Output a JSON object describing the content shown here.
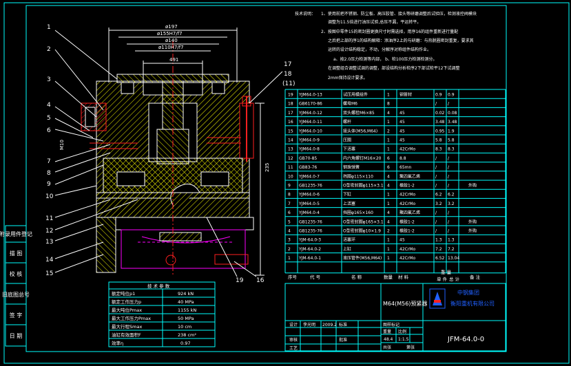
{
  "colors": {
    "background": "#000000",
    "frame": "#00ffff",
    "text": "#ffffff",
    "hatch": "#ffff00",
    "dim": "#ffffff",
    "red": "#ff2020",
    "magenta": "#ff00ff",
    "logo": "#2060ff"
  },
  "notes": {
    "title": "技术说明：",
    "lines": [
      "1、使用前把不锈钢、防尘板、高压胶管、接头等研磨调整后试验压，检测液控阀模块",
      "调整为11.5倍进行油压试验,总压不漏，平运转平。",
      "2、按图中零件15的密封圈更换尺寸时需选择，用序16的组件重新进行量配",
      "之后把上部的序1的结构解释：添油序2上的与研磨：与热脱圈密封重复，要求其",
      "运转的设计结构稳定，不动，分解序对称组件结构作业。",
      "a、按2.0压力检测等内部，   b、检100压力检测检测分。",
      "在调整组合调整试调的调整，部设结构分析检序2下部试检平12下试调整",
      "2mm保持设计要求。"
    ]
  },
  "leaders_left": [
    "1",
    "2",
    "3",
    "4",
    "5",
    "6",
    "7",
    "8",
    "9",
    "10",
    "11",
    "12",
    "13",
    "14",
    "15"
  ],
  "leaders_bottom": [
    "19",
    "16"
  ],
  "leaders_right": [
    "17",
    "18",
    "(11)"
  ],
  "dims": {
    "d1": "ø197",
    "d2": "ø155H7/f7",
    "d3": "ø140",
    "d4": "ø110H7/f7",
    "d5": "491",
    "side": "235",
    "small": "M10"
  },
  "side_labels": [
    "附录用件登记",
    "描 图",
    "校 核",
    "旧底图总号",
    "签 字",
    "日 期"
  ],
  "tech": {
    "title": "技 术 参 数",
    "rows": [
      [
        "额定吨位p1",
        "924 kN"
      ],
      [
        "额定工作压力p",
        "40 MPa"
      ],
      [
        "最大吨位Pmax",
        "1155 kN"
      ],
      [
        "最大工作压力Pmax",
        "50 MPa"
      ],
      [
        "最大行程Smax",
        "10 cm"
      ],
      [
        "油缸有效面积F",
        "238 cm²"
      ],
      [
        "效率η",
        "0.97"
      ]
    ]
  },
  "bom": {
    "rows": [
      [
        "19",
        "YJM64.0-13",
        "试压用模组件",
        "1",
        "钢管材",
        "0.9",
        "0.9",
        ""
      ],
      [
        "18",
        "GB6170-86",
        "螺母M6",
        "8",
        "",
        "/",
        "/",
        ""
      ],
      [
        "17",
        "YJM64.0-12",
        "双头螺栓M6×85",
        "4",
        "45",
        "0.02",
        "0.08",
        ""
      ],
      [
        "16",
        "YJM64.0-11",
        "螺杆",
        "1",
        "45",
        "3.48",
        "3.48",
        ""
      ],
      [
        "15",
        "YJM64.0-10",
        "接头体(M56,M64)",
        "2",
        "45",
        "0.95",
        "1.9",
        ""
      ],
      [
        "14",
        "YJM64.0-9",
        "压圈",
        "1",
        "45",
        "5.8",
        "5.8",
        ""
      ],
      [
        "13",
        "YJM64.0-8",
        "下活塞",
        "1",
        "42CrMo",
        "8.3",
        "8.3",
        ""
      ],
      [
        "12",
        "GB70-85",
        "内六角螺钉M16×20",
        "6",
        "8.8",
        "/",
        "/",
        ""
      ],
      [
        "11",
        "GB83-76",
        "钢珠弹簧",
        "6",
        "65mn",
        "/",
        "/",
        ""
      ],
      [
        "10",
        "YJM64.0-7",
        "挡圈φ115×110",
        "4",
        "聚四氟乙烯",
        "/",
        "/",
        ""
      ],
      [
        "9",
        "GB1235-76",
        "O型密封圈φ115×3.1",
        "4",
        "橡胶1-2",
        "/",
        "/",
        "外购"
      ],
      [
        "8",
        "YJM64.0-6",
        "下缸",
        "1",
        "42CrMo",
        "6.2",
        "6.2",
        ""
      ],
      [
        "7",
        "YJM64.0-5",
        "上活塞",
        "1",
        "42CrMo",
        "3.2",
        "3.2",
        ""
      ],
      [
        "6",
        "YJM64.0-4",
        "挡圈φ165×160",
        "4",
        "聚四氟乙烯",
        "/",
        "/",
        ""
      ],
      [
        "5",
        "GB1235-76",
        "O型密封圈φ165×3.1",
        "4",
        "橡胶1-2",
        "/",
        "/",
        "外购"
      ],
      [
        "4",
        "GB1235-76",
        "O型密封圈φ10×1.9",
        "2",
        "橡胶1-2",
        "/",
        "/",
        "外购"
      ],
      [
        "3",
        "YJM-64.0-3",
        "活塞环",
        "1",
        "45",
        "1.3",
        "1.3",
        ""
      ],
      [
        "2",
        "YJM-64.0-2",
        "上缸",
        "1",
        "42CrMo",
        "7.2",
        "7.2",
        ""
      ],
      [
        "1",
        "YJM-64.0-1",
        "液压管件(M56,M64)",
        "1",
        "42CrMo",
        "6.52",
        "13.04",
        ""
      ]
    ],
    "header": [
      "序号",
      "代 号",
      "名 称",
      "数量",
      "材 料",
      "单 件",
      "总 计",
      "备 注"
    ],
    "weight_label": "重 量"
  },
  "title_block": {
    "product": "M64(M56)预紧器",
    "company_line1": "中钢集团",
    "company_line2": "衡阳重机有限公司",
    "drawing_no": "JFM-64.0-0",
    "design_label": "设计",
    "designer": "李光明",
    "date": "2009.2",
    "std_label": "标准",
    "review_label": "审核",
    "process_label": "工艺",
    "approve_label": "批准",
    "stage_label": "图样标记",
    "weight_h": "重量",
    "scale_h": "比例",
    "sheets_h": "共张",
    "page_h": "第张",
    "weight": "48.4",
    "scale": "1:1.5"
  }
}
